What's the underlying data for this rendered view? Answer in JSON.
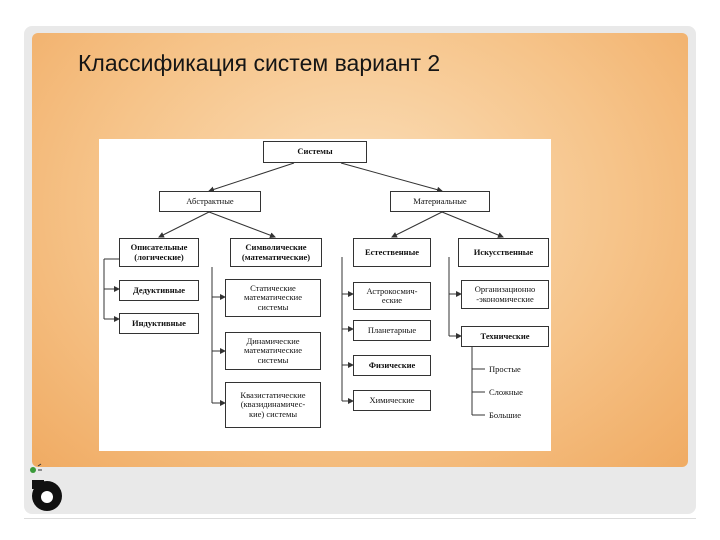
{
  "slide": {
    "title": "Классификация систем вариант 2"
  },
  "diagram": {
    "root": "Системы",
    "abstract": "Абстрактные",
    "material": "Материальные",
    "descriptive": "Описательные\n(логические)",
    "symbolic": "Символические\n(математические)",
    "natural": "Естественные",
    "artificial": "Искусственные",
    "deductive": "Дедуктивные",
    "inductive": "Индуктивные",
    "static": "Статические\nматематические\nсистемы",
    "dynamic": "Динамические\nматематические\nсистемы",
    "quasistatic": "Квазистатические\n(квазидинамичес-\nкие) системы",
    "astro": "Астрокосмич-\nеские",
    "planetary": "Планетарные",
    "physical": "Физические",
    "chemical": "Химические",
    "org_econ": "Организационно\n-экономические",
    "technical": "Технические",
    "simple": "Простые",
    "complex": "Сложные",
    "large": "Большие"
  }
}
